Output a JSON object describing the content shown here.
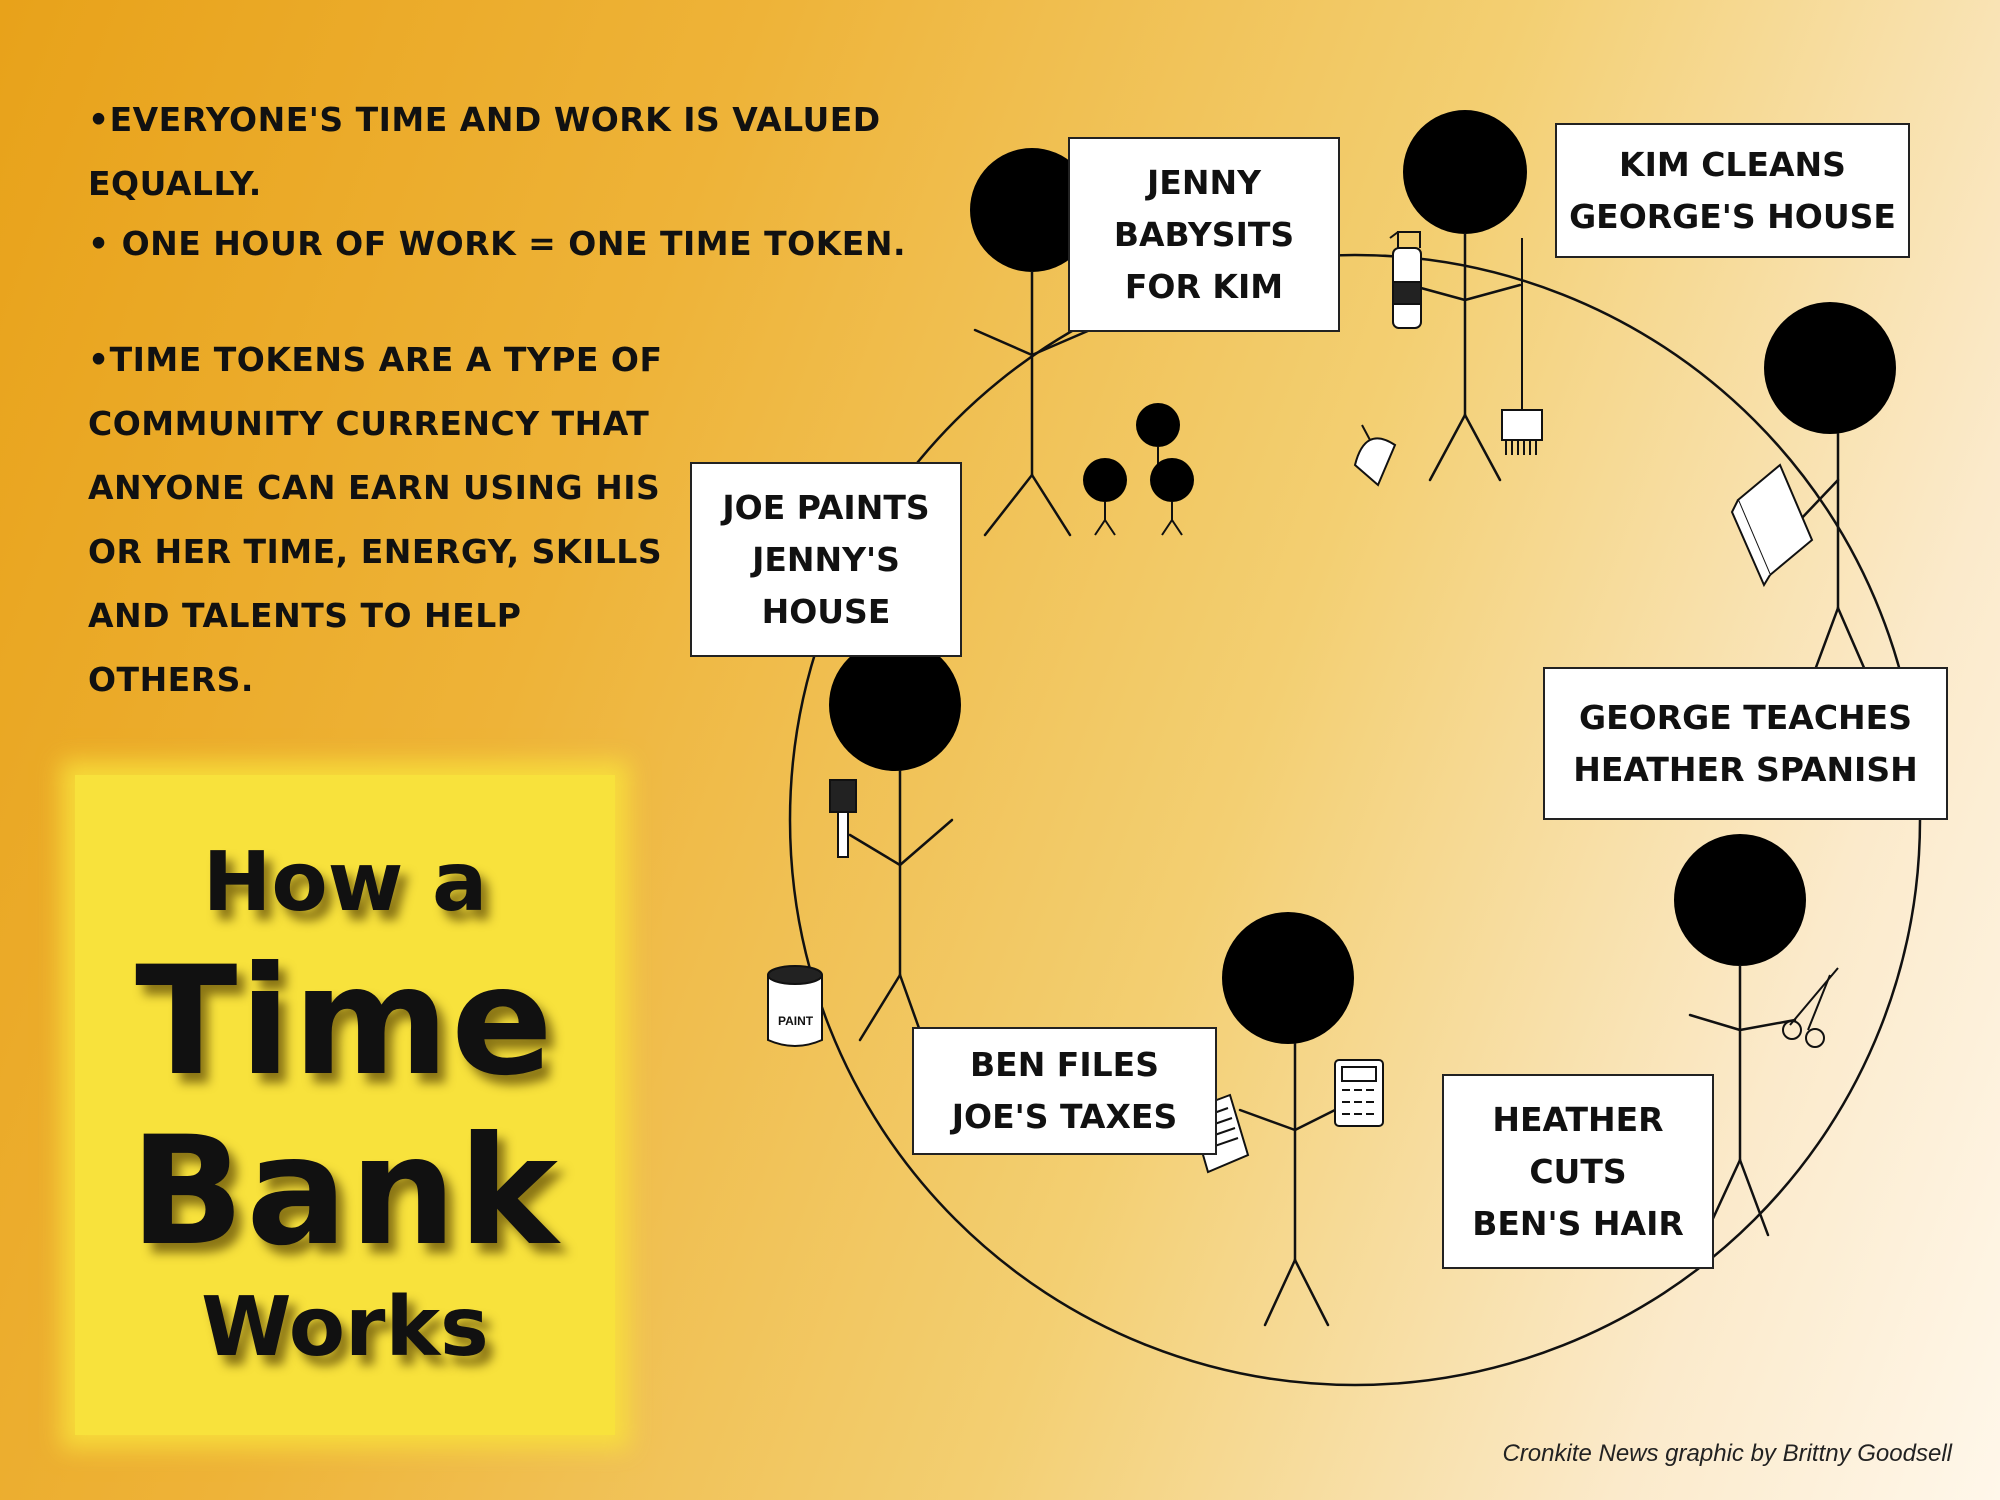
{
  "bullets": [
    "•Everyone's time and work is valued equally.",
    "• One hour of work = one time token.",
    "•Time tokens are a type of",
    "community currency that",
    "anyone can earn using his",
    "or her time, energy, skills",
    "and talents to help others."
  ],
  "title": {
    "line1": "How a",
    "line2": "Time",
    "line3": "Bank",
    "line4": "Works"
  },
  "labels": {
    "jenny": [
      "Jenny",
      "babysits",
      "for Kim"
    ],
    "kim": [
      "Kim cleans",
      "George's house"
    ],
    "george": [
      "George teaches",
      "Heather Spanish"
    ],
    "heather": [
      "Heather",
      "cuts",
      "Ben's hair"
    ],
    "ben": [
      "Ben files",
      "Joe's taxes"
    ],
    "joe": [
      "Joe paints",
      "Jenny's",
      "house"
    ]
  },
  "props": {
    "paint_can_text": "PAINT"
  },
  "credit": "Cronkite News graphic by Brittny Goodsell"
}
